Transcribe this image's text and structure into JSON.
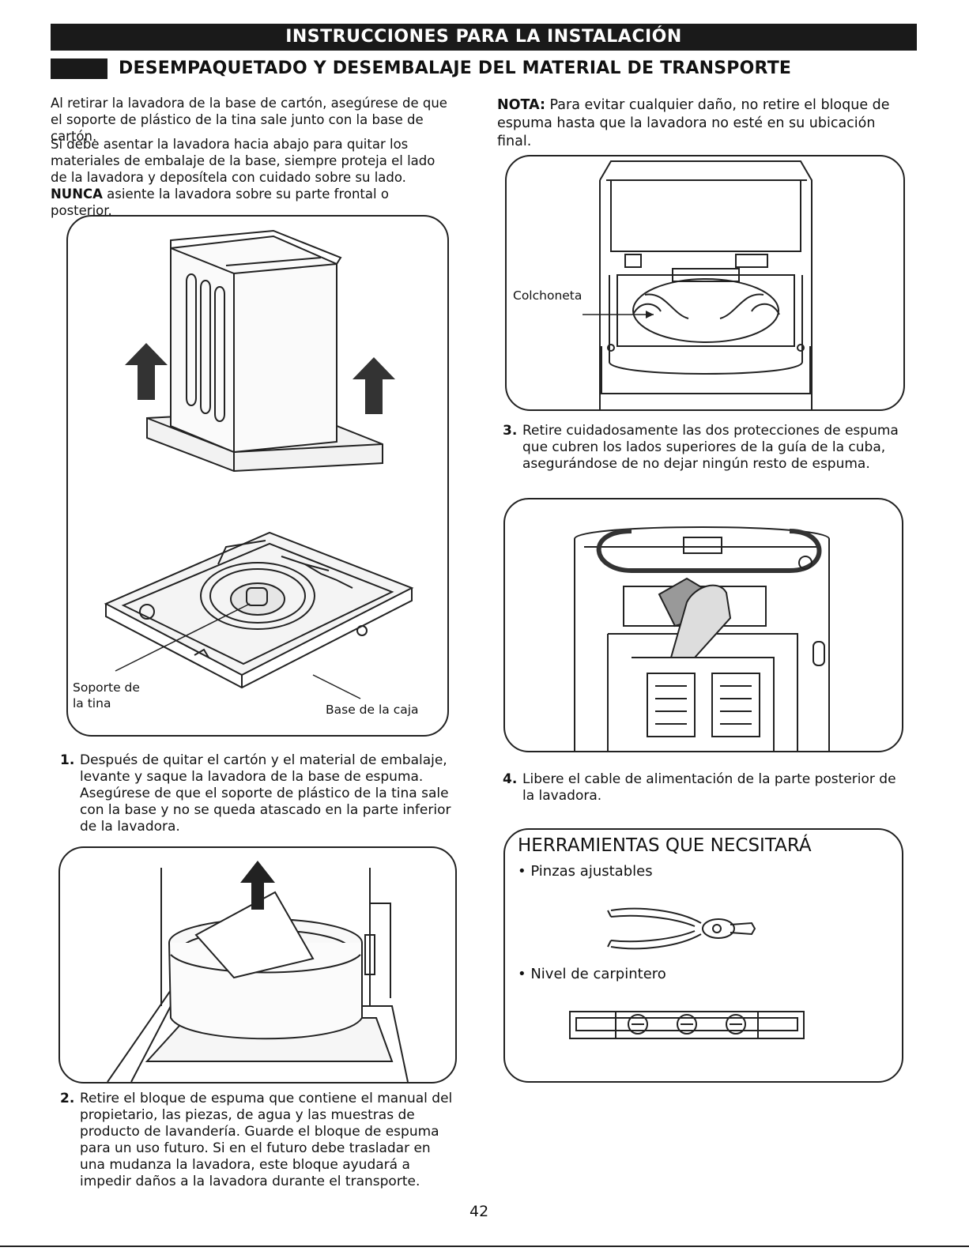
{
  "header": {
    "title": "INSTRUCCIONES PARA LA INSTALACIÓN"
  },
  "section": {
    "title": "DESEMPAQUETADO Y DESEMBALAJE DEL MATERIAL DE TRANSPORTE"
  },
  "intro": {
    "p1": "Al retirar la lavadora de la base de cartón, asegúrese de que el soporte de plástico de la tina sale junto con la base de cartón.",
    "p2_start": "Si debe asentar la lavadora hacia abajo para quitar los materiales de embalaje de la base, siempre proteja el lado de la lavadora y deposítela con cuidado sobre su lado. ",
    "p2_bold": "NUNCA",
    "p2_end": " asiente la lavadora sobre su parte frontal o posterior."
  },
  "note": {
    "label": "NOTA:",
    "text": " Para evitar cualquier daño, no retire el bloque de espuma hasta que la lavadora no esté en su ubicación final."
  },
  "figure1": {
    "label_tub_support": "Soporte de\nla tina",
    "label_box_base": "Base de la caja"
  },
  "figure_right1": {
    "label_pad": "Colchoneta"
  },
  "steps": [
    {
      "num": "1.",
      "text": "Después de quitar el cartón y el material de embalaje, levante y saque la lavadora de la base de espuma. Asegúrese de que el soporte de plástico de la tina sale con la base y no se queda atascado en la parte inferior de la lavadora."
    },
    {
      "num": "2.",
      "text": "Retire el bloque de espuma que contiene el manual del propietario, las piezas, de agua y las muestras de producto de lavandería. Guarde el bloque de espuma para un uso futuro. Si en el futuro debe trasladar en una mudanza la lavadora, este bloque ayudará a impedir daños a la lavadora durante el transporte."
    },
    {
      "num": "3.",
      "text": "Retire cuidadosamente las dos protecciones de espuma que cubren los lados superiores de la guía de la cuba, asegurándose de no dejar ningún resto de espuma."
    },
    {
      "num": "4.",
      "text": "Libere el cable de alimentación de la parte posterior de la lavadora."
    }
  ],
  "tools": {
    "title": "HERRAMIENTAS QUE NECSITARÁ",
    "items": [
      "• Pinzas ajustables",
      "• Nivel de carpintero"
    ]
  },
  "page_number": "42"
}
